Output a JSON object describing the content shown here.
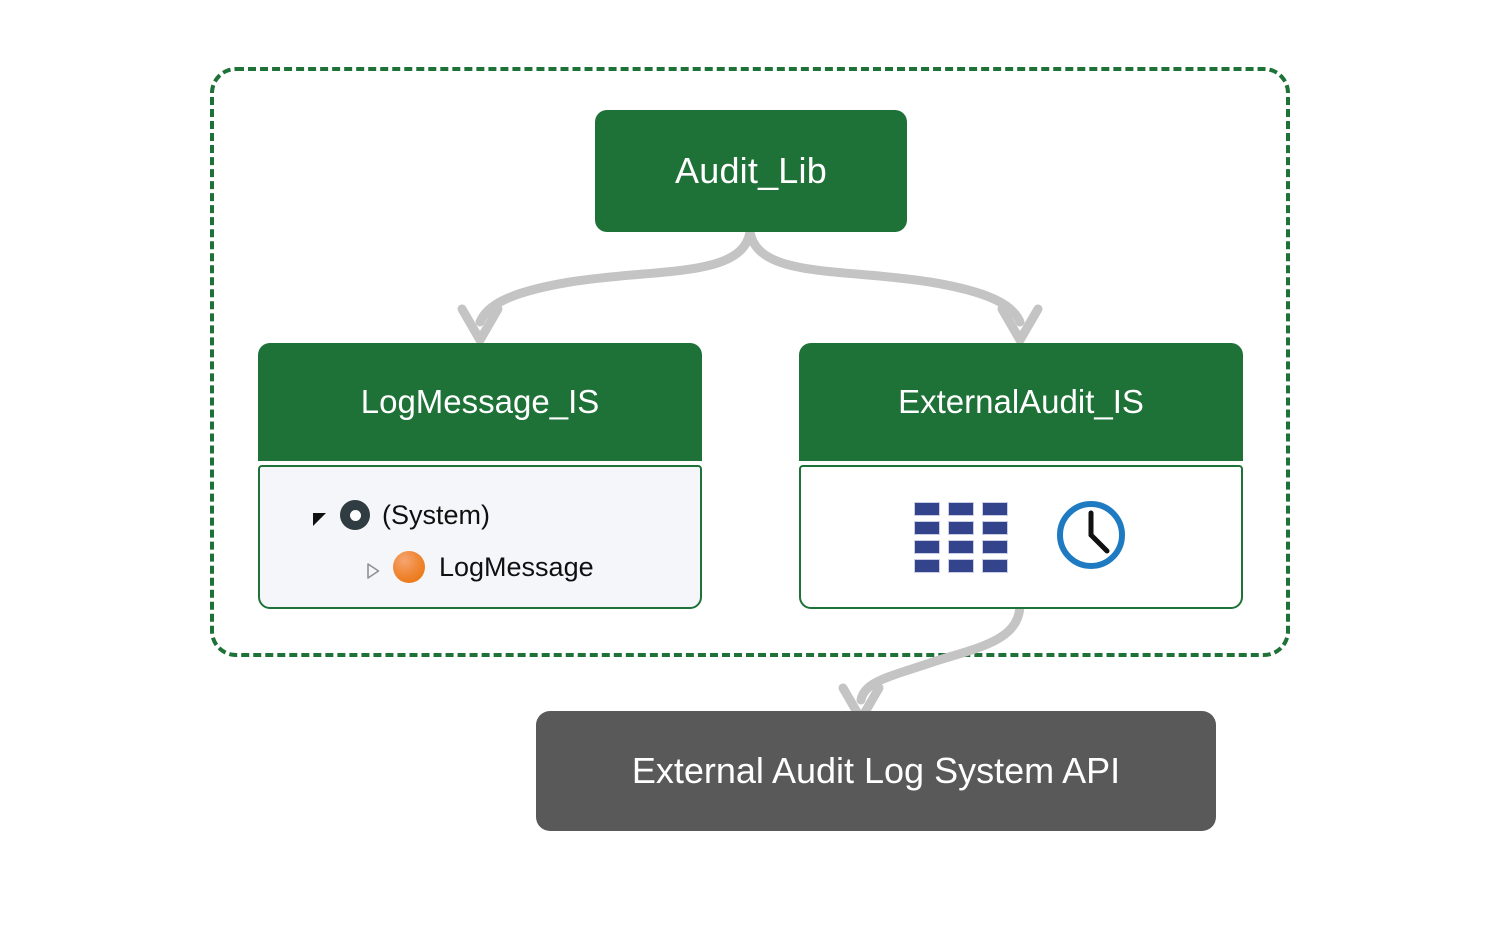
{
  "diagram": {
    "title_present": false,
    "colors": {
      "component_green": "#1E7137",
      "boundary_dashed_green": "#1E7137",
      "external_gray": "#595959",
      "connector_gray": "#C4C4C4",
      "tree_panel_bg": "#F4F6F9",
      "grid_icon_blue": "#33438C",
      "clock_icon_blue": "#1F7BC1",
      "sphere_icon_orange": "#EC7A19",
      "ring_icon_dark": "#2F3C42"
    }
  },
  "boundary": {
    "name": "system-boundary",
    "style": "dashed"
  },
  "nodes": {
    "audit_lib": {
      "label": "Audit_Lib",
      "kind": "component"
    },
    "log_message_is": {
      "label": "LogMessage_IS",
      "kind": "component",
      "tree": [
        {
          "label": "(System)",
          "level": 0,
          "caret": "caret-expanded-icon",
          "icon": "ring-icon"
        },
        {
          "label": "LogMessage",
          "level": 1,
          "caret": "caret-collapsed-icon",
          "icon": "orange-sphere-icon"
        }
      ]
    },
    "external_audit_is": {
      "label": "ExternalAudit_IS",
      "kind": "component",
      "icons": [
        {
          "name": "grid-icon",
          "columns": 3,
          "rows": 4
        },
        {
          "name": "clock-icon",
          "hour_hand": 12,
          "minute_hand": 4
        }
      ]
    },
    "external_api": {
      "label": "External Audit Log System API",
      "kind": "external-system"
    }
  },
  "edges": [
    {
      "name": "edge-audit-lib-to-log-message-is",
      "from": "Audit_Lib",
      "to": "LogMessage_IS",
      "arrow": "open-arrow"
    },
    {
      "name": "edge-audit-lib-to-external-audit-is",
      "from": "Audit_Lib",
      "to": "ExternalAudit_IS",
      "arrow": "open-arrow"
    },
    {
      "name": "edge-external-audit-is-to-external-api",
      "from": "ExternalAudit_IS",
      "to": "External Audit Log System API",
      "arrow": "open-arrow"
    }
  ]
}
